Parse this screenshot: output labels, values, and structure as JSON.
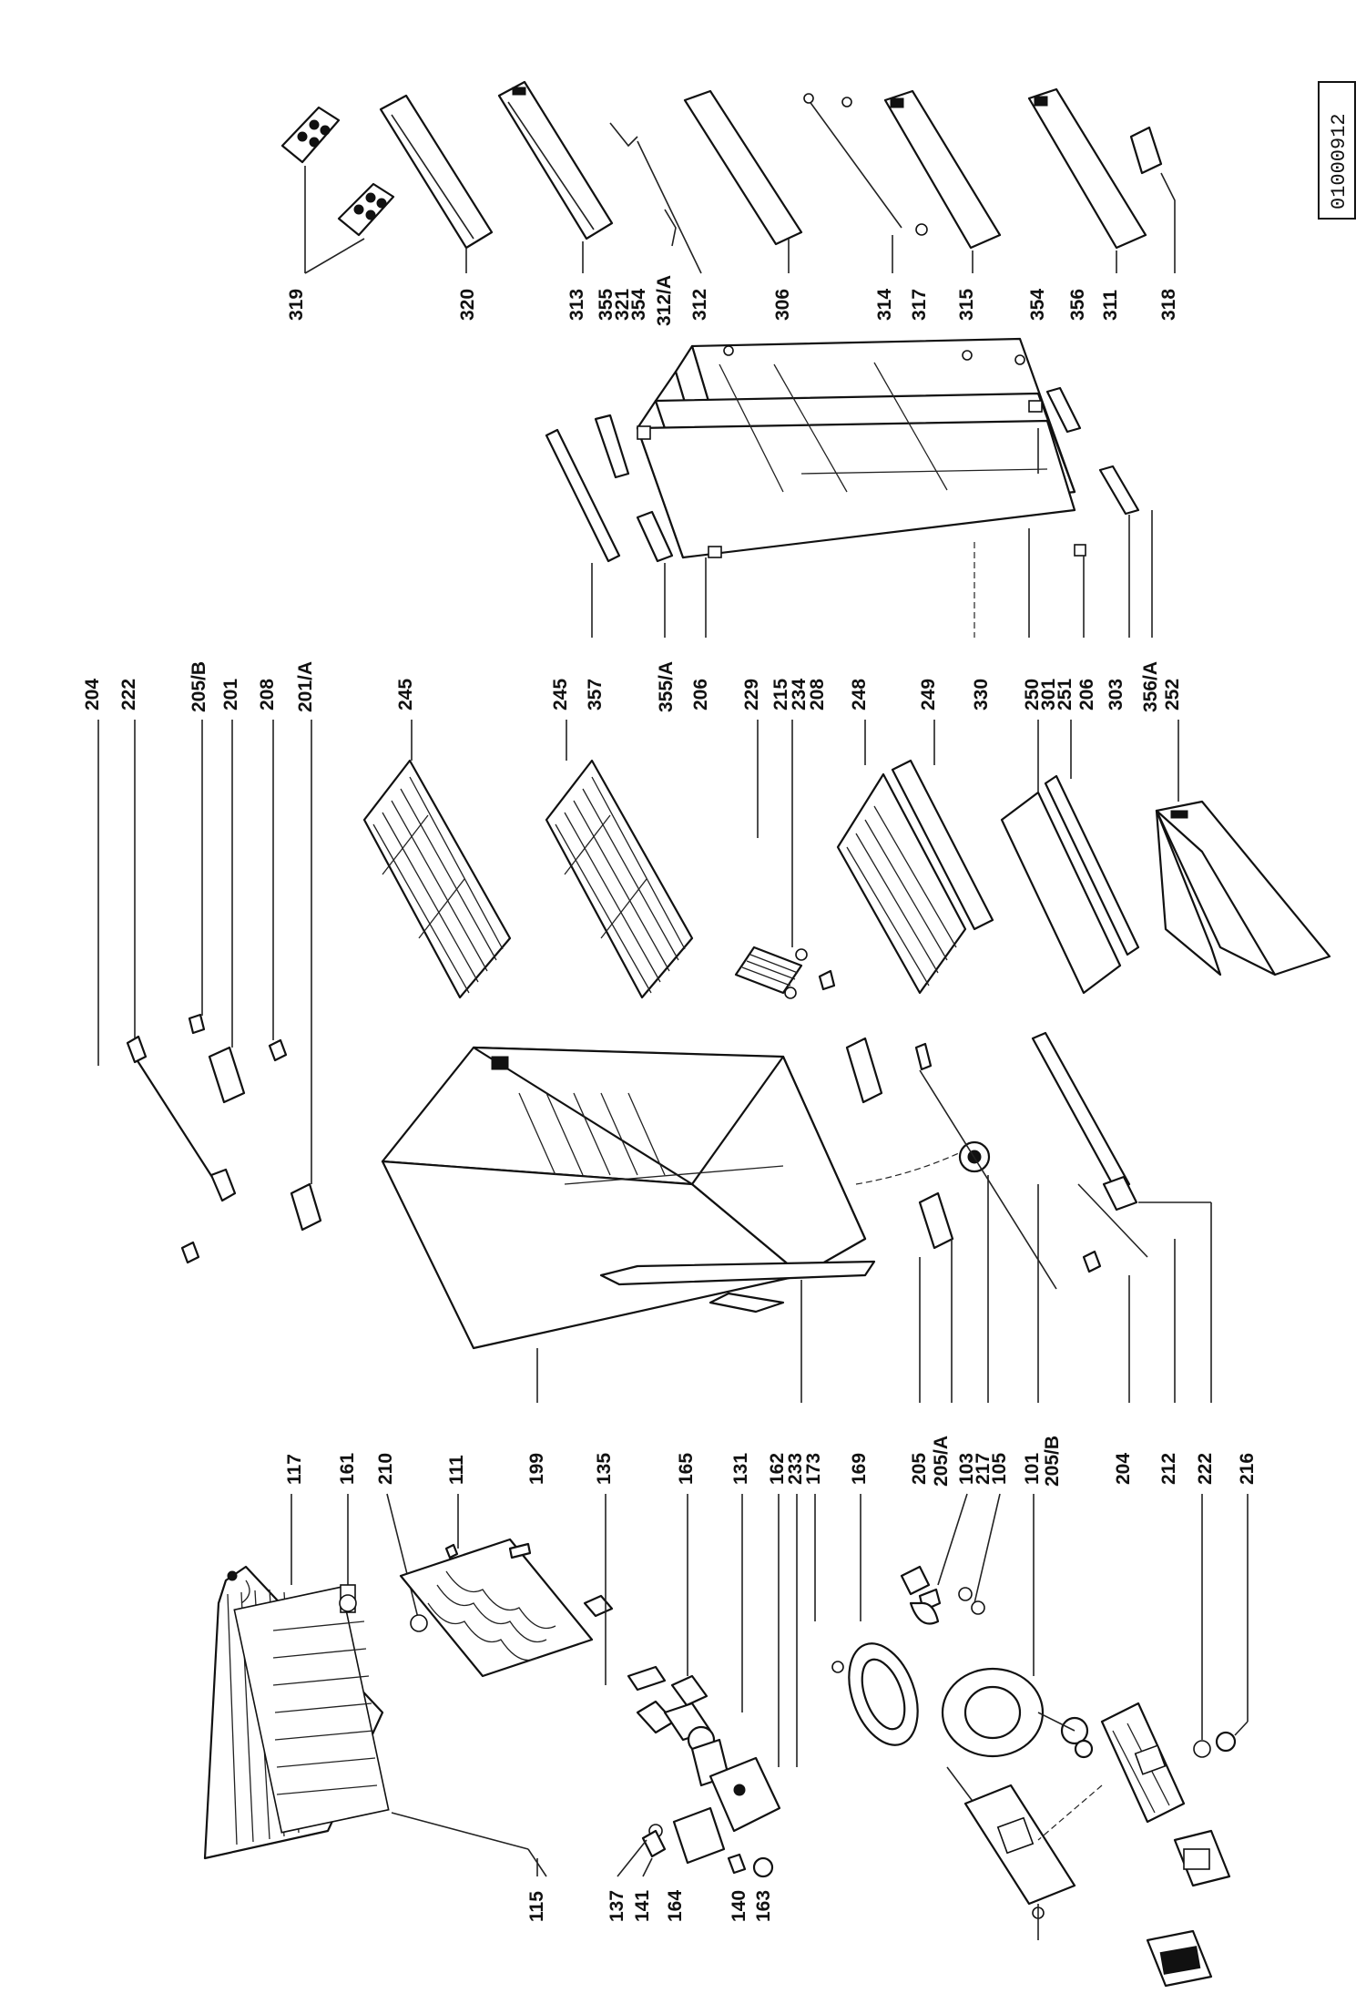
{
  "document_number": "01000912",
  "part_labels": {
    "l319": "319",
    "l320": "320",
    "l313": "313",
    "l355": "355",
    "l321": "321",
    "l354a": "354",
    "l312A": "312/A",
    "l312": "312",
    "l306": "306",
    "l314": "314",
    "l317": "317",
    "l315": "315",
    "l354b": "354",
    "l356": "356",
    "l311": "311",
    "l318": "318",
    "l204a": "204",
    "l222a": "222",
    "l205Ba": "205/B",
    "l201": "201",
    "l208": "208",
    "l201A": "201/A",
    "l245a": "245",
    "l245b": "245",
    "l357": "357",
    "l355A": "355/A",
    "l206a": "206",
    "l229": "229",
    "l215": "215",
    "l234": "234",
    "l208b": "208",
    "l248": "248",
    "l249": "249",
    "l330": "330",
    "l250": "250",
    "l301": "301",
    "l251": "251",
    "l206b": "206",
    "l303": "303",
    "l356A": "356/A",
    "l252": "252",
    "l117": "117",
    "l161": "161",
    "l210": "210",
    "l111": "111",
    "l199": "199",
    "l135": "135",
    "l165": "165",
    "l131": "131",
    "l162": "162",
    "l233": "233",
    "l173": "173",
    "l169": "169",
    "l205": "205",
    "l205A": "205/A",
    "l103": "103",
    "l217": "217",
    "l105": "105",
    "l101": "101",
    "l205Bb": "205/B",
    "l204b": "204",
    "l212": "212",
    "l222b": "222",
    "l216": "216",
    "l115": "115",
    "l137": "137",
    "l141": "141",
    "l164": "164",
    "l140": "140",
    "l163": "163"
  }
}
